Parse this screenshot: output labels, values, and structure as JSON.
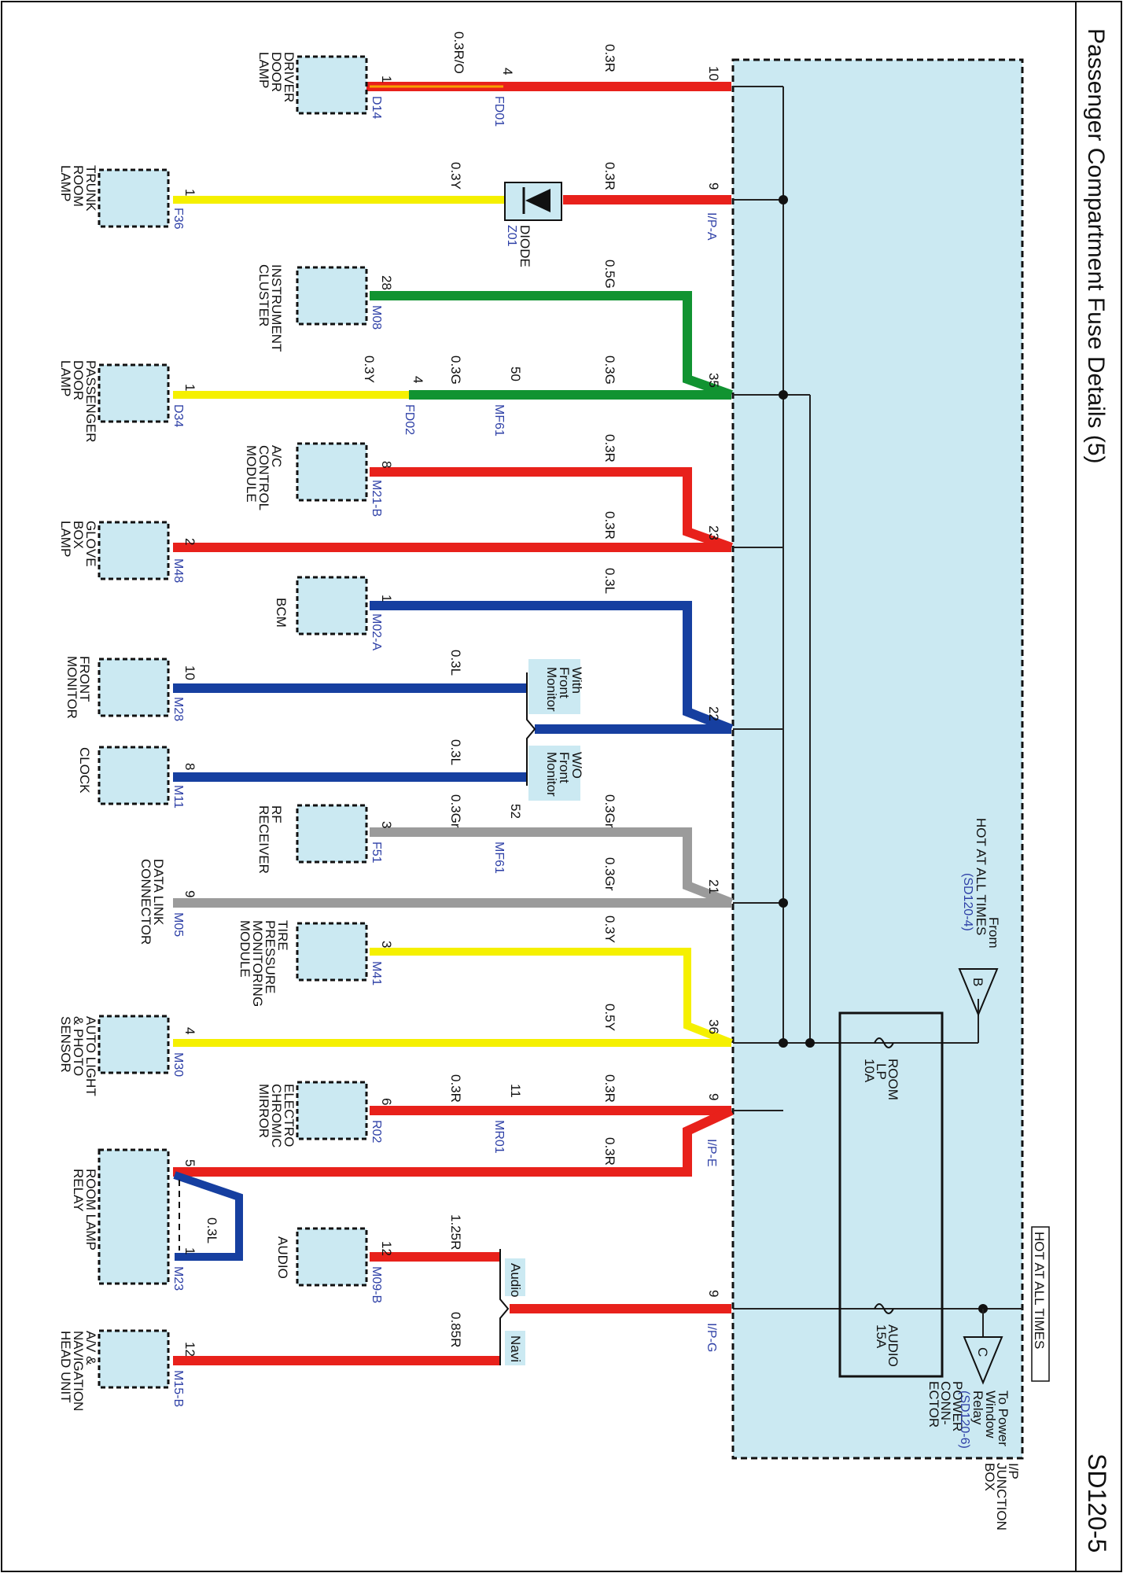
{
  "page": {
    "title": "Passenger Compartment Fuse Details (5)",
    "code": "SD120-5"
  },
  "junction_box": {
    "label_lines": [
      "I/P",
      "JUNCTION",
      "BOX"
    ],
    "power_connector_lines": [
      "POWER",
      "CONN-",
      "ECTOR"
    ],
    "fill": "#cbe9f2"
  },
  "sources": {
    "hot_label_top": "HOT AT ALL TIMES",
    "from_b": {
      "lines": [
        "From",
        "HOT AT ALL TIMES"
      ],
      "ref": "(SD120-4)",
      "letter": "B"
    },
    "to_c": {
      "lines": [
        "To Power",
        "Window",
        "Relay"
      ],
      "ref": "(SD120-6)",
      "letter": "C"
    }
  },
  "fuses": [
    {
      "name": "ROOM LP",
      "lines": [
        "ROOM",
        "LP",
        "10A"
      ]
    },
    {
      "name": "AUDIO",
      "lines": [
        "AUDIO",
        "15A"
      ]
    }
  ],
  "diode": {
    "id": "Z01",
    "name": "DIODE"
  },
  "pins": [
    "10",
    "9",
    "35",
    "23",
    "22",
    "21",
    "36",
    "9",
    "9"
  ],
  "connectors": [
    "I/P-A",
    "I/P-E",
    "I/P-G"
  ],
  "wires": [
    {
      "label": "0.3R",
      "color": "#e8211b"
    },
    {
      "label": "0.3R/O",
      "color": "#e8211b"
    },
    {
      "label": "0.3Y",
      "color": "#f5f000"
    },
    {
      "label": "0.5G",
      "color": "#119331"
    },
    {
      "label": "0.3G",
      "color": "#119331"
    },
    {
      "label": "0.3L",
      "color": "#163fa0"
    },
    {
      "label": "0.3Gr",
      "color": "#9b9b9b"
    },
    {
      "label": "0.5Y",
      "color": "#f5f000"
    },
    {
      "label": "1.25R",
      "color": "#e8211b"
    },
    {
      "label": "0.85R",
      "color": "#e8211b"
    }
  ],
  "inline_connectors": [
    {
      "id": "FD01",
      "pin": "4"
    },
    {
      "id": "FD02",
      "pin": "4"
    },
    {
      "id": "MF61",
      "pin": "50"
    },
    {
      "id": "MF61",
      "pin": "52"
    },
    {
      "id": "MR01",
      "pin": "11"
    }
  ],
  "options": [
    {
      "lines": [
        "With",
        "Front",
        "Monitor"
      ]
    },
    {
      "lines": [
        "W/O",
        "Front",
        "Monitor"
      ]
    },
    {
      "lines": [
        "Audio"
      ]
    },
    {
      "lines": [
        "Navi"
      ]
    }
  ],
  "components": [
    {
      "name_lines": [
        "DRIVER",
        "DOOR",
        "LAMP"
      ],
      "connector": "D14",
      "pin": "1"
    },
    {
      "name_lines": [
        "TRUNK",
        "ROOM",
        "LAMP"
      ],
      "connector": "F36",
      "pin": "1"
    },
    {
      "name_lines": [
        "INSTRUMENT",
        "CLUSTER"
      ],
      "connector": "M08",
      "pin": "28"
    },
    {
      "name_lines": [
        "PASSENGER",
        "DOOR",
        "LAMP"
      ],
      "connector": "D34",
      "pin": "1"
    },
    {
      "name_lines": [
        "A/C",
        "CONTROL",
        "MODULE"
      ],
      "connector": "M21-B",
      "pin": "8"
    },
    {
      "name_lines": [
        "GLOVE",
        "BOX",
        "LAMP"
      ],
      "connector": "M48",
      "pin": "2"
    },
    {
      "name_lines": [
        "BCM"
      ],
      "connector": "M02-A",
      "pin": "1"
    },
    {
      "name_lines": [
        "FRONT",
        "MONITOR"
      ],
      "connector": "M28",
      "pin": "10"
    },
    {
      "name_lines": [
        "CLOCK"
      ],
      "connector": "M11",
      "pin": "8"
    },
    {
      "name_lines": [
        "RF",
        "RECEIVER"
      ],
      "connector": "F51",
      "pin": "3"
    },
    {
      "name_lines": [
        "DATA LINK",
        "CONNECTOR"
      ],
      "connector": "M05",
      "pin": "9"
    },
    {
      "name_lines": [
        "TIRE",
        "PRESSURE",
        "MONITORING",
        "MODULE"
      ],
      "connector": "M41",
      "pin": "3"
    },
    {
      "name_lines": [
        "AUTO LIGHT",
        "& PHOTO",
        "SENSOR"
      ],
      "connector": "M30",
      "pin": "4"
    },
    {
      "name_lines": [
        "ELECTRO",
        "CHROMIC",
        "MIRROR"
      ],
      "connector": "R02",
      "pin": "6"
    },
    {
      "name_lines": [
        "ROOM LAMP",
        "RELAY"
      ],
      "connector": "M23",
      "pins": [
        "5",
        "1"
      ]
    },
    {
      "name_lines": [
        "AUDIO"
      ],
      "connector": "M09-B",
      "pin": "12"
    },
    {
      "name_lines": [
        "A/V &",
        "NAVIGATION",
        "HEAD UNIT"
      ],
      "connector": "M15-B",
      "pin": "12"
    }
  ]
}
